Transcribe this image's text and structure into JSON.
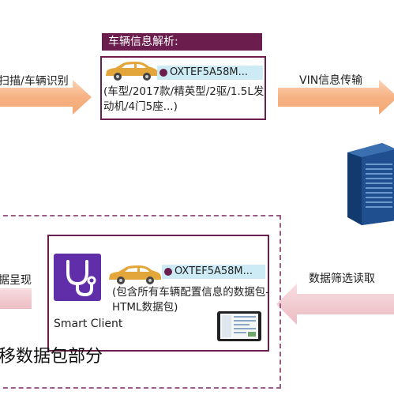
{
  "arrows": {
    "scan_label": "扫描/车辆识别",
    "vin_transfer_label": "VIN信息传输",
    "filter_read_label": "数据筛选读取",
    "present_label": "据呈现"
  },
  "parse_panel": {
    "header": "车辆信息解析:",
    "vin": "OXTEF5A58M...",
    "description": "(车型/2017款/精英型/2驱/1.5L发动机/4门5座...)"
  },
  "client_panel": {
    "vin": "OXTEF5A58M...",
    "description": "(包含所有车辆配置信息的数据包-HTML数据包)",
    "app_name": "Smart Client"
  },
  "section_title": "移数据包部分",
  "colors": {
    "accent": "#6b1e4e",
    "arrow_orange": "#f5b48a",
    "arrow_pink": "#f0c9cf",
    "chip": "#cdebf4",
    "car": "#e3a63a",
    "app_icon": "#5f2ea8",
    "server": "#1f4f8f"
  }
}
